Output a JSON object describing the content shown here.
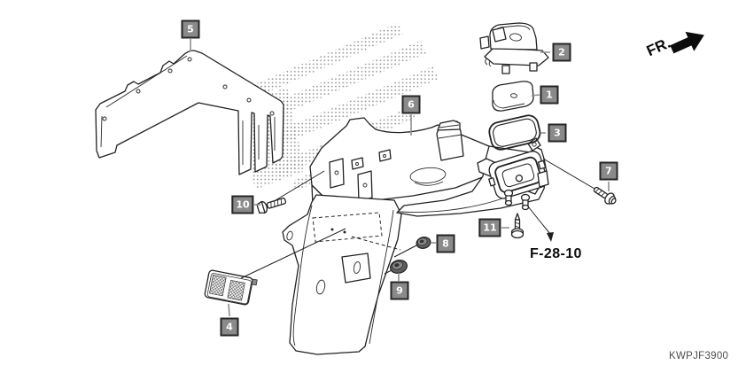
{
  "diagram": {
    "type": "exploded-parts-diagram",
    "part_code": "KWPJF3900",
    "front_direction_label": "FR.",
    "cross_reference_label": "F-28-10",
    "callout_numbers": [
      "1",
      "2",
      "3",
      "4",
      "5",
      "6",
      "7",
      "8",
      "9",
      "10",
      "11"
    ],
    "colors": {
      "callout_box_bg": "#8a8a8a",
      "callout_box_border": "#262626",
      "callout_text": "#ffffff",
      "line_art": "#222222",
      "leader_gray": "#8f8f8f",
      "background": "#ffffff"
    }
  }
}
